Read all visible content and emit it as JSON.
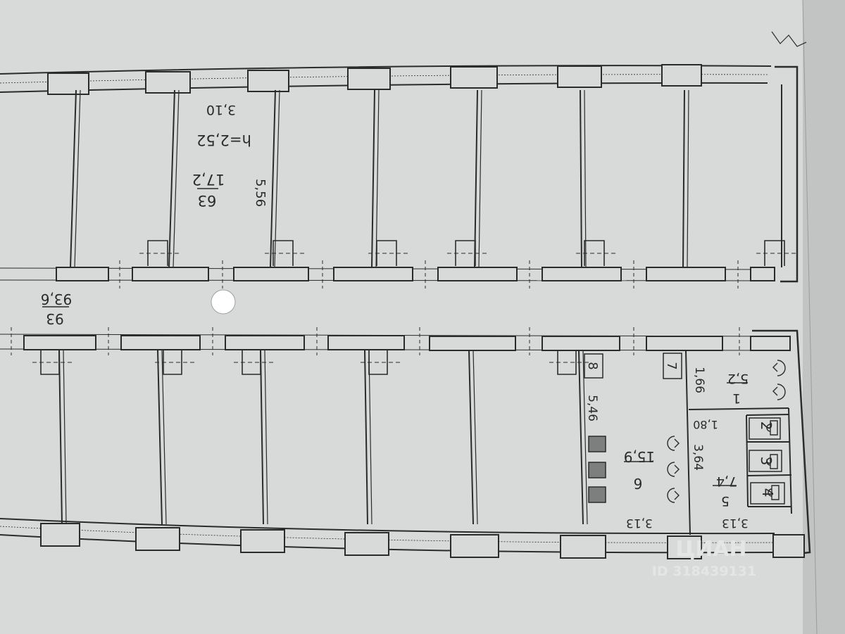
{
  "colors": {
    "paper": "#d8dad9",
    "wall": "#2b2b2b",
    "ink": "#2a2a2a",
    "shadow": "#b9bbba",
    "watermark": "#e6e8e7"
  },
  "upper_room": {
    "number": "63",
    "area": "17,2",
    "height": "h=2,52",
    "width": "3,10",
    "depth": "5,56"
  },
  "corridor": {
    "number": "93",
    "area": "93,6"
  },
  "rooms": [
    {
      "key": "r1",
      "number": "1",
      "area": "5,2"
    },
    {
      "key": "r2",
      "number": "2"
    },
    {
      "key": "r3",
      "number": "3"
    },
    {
      "key": "r4",
      "number": "4"
    },
    {
      "key": "r5",
      "number": "5",
      "area": "7,4"
    },
    {
      "key": "r6",
      "number": "6",
      "area": "15,9"
    },
    {
      "key": "r7",
      "number": "7"
    },
    {
      "key": "r8",
      "number": "8"
    }
  ],
  "dimensions": {
    "d546": "5,46",
    "d166": "1,66",
    "d180": "1,80",
    "d364": "3,64",
    "d313a": "3,13",
    "d313b": "3,13"
  },
  "watermark": {
    "brand": "ЦИАН",
    "id": "ID 318439131"
  }
}
